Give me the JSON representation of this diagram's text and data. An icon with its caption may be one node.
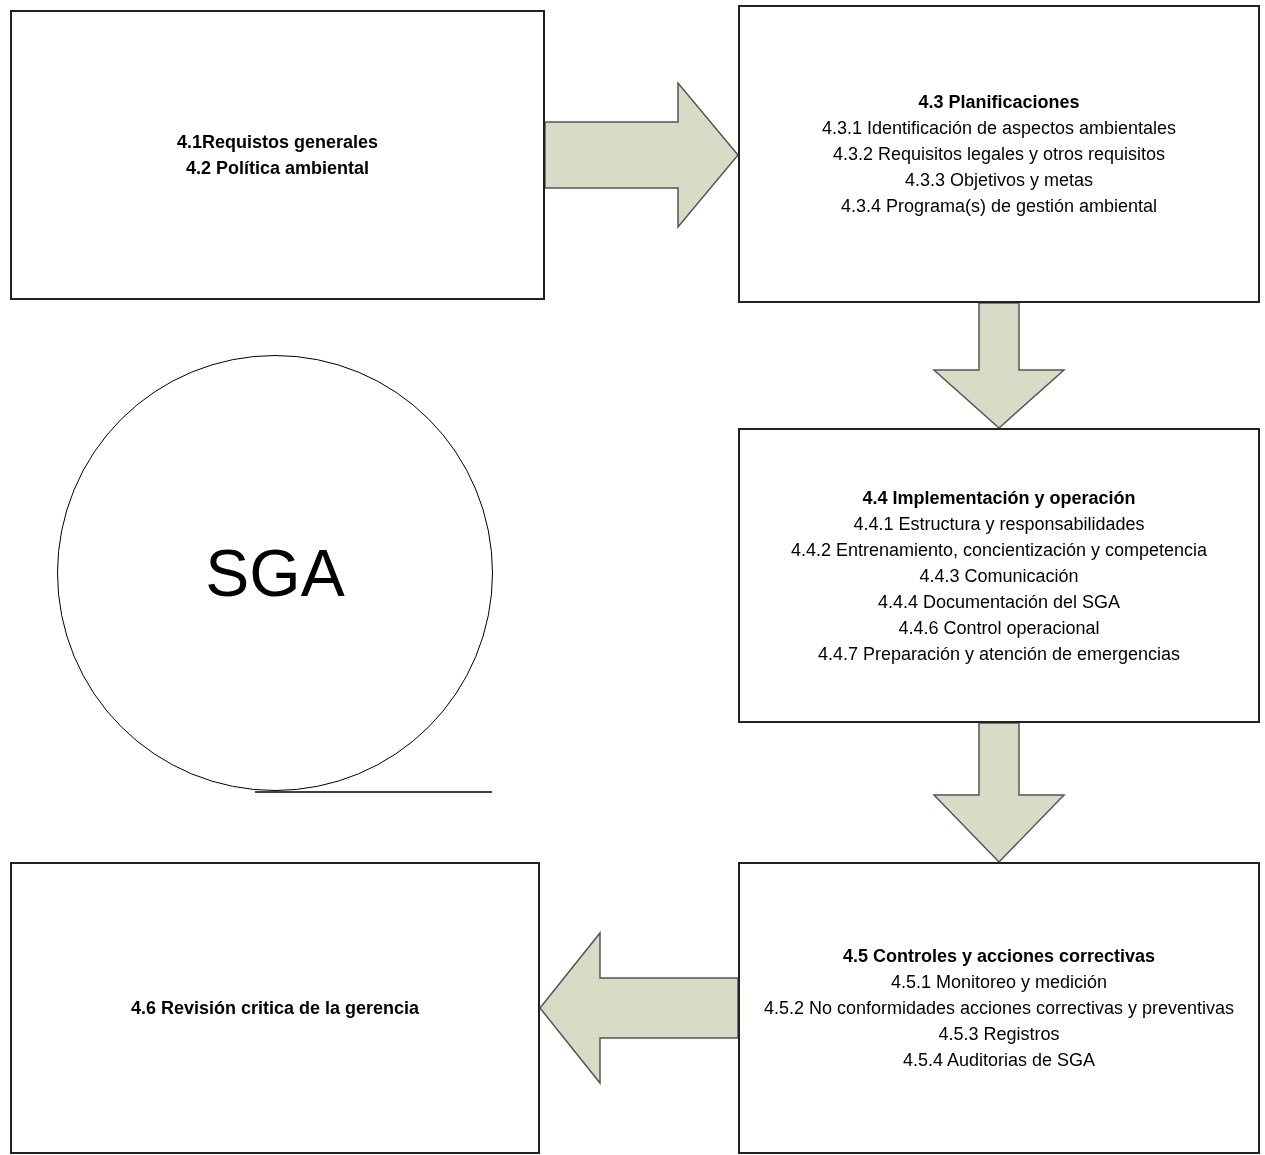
{
  "diagram": {
    "nodes": [
      {
        "text": [
          "4.1Requistos generales",
          "4.2 Política ambiental"
        ]
      },
      {
        "text": [
          "4.3 Planificaciones",
          "4.3.1 Identificación de aspectos ambientales",
          "4.3.2 Requisitos legales y otros requisitos",
          "4.3.3 Objetivos y metas",
          "4.3.4 Programa(s) de gestión ambiental"
        ]
      },
      {
        "text": [
          "4.4 Implementación y operación",
          "4.4.1 Estructura y responsabilidades",
          "4.4.2 Entrenamiento, concientización y competencia",
          "4.4.3 Comunicación",
          "4.4.4 Documentación del SGA",
          "4.4.6 Control operacional",
          "4.4.7 Preparación y atención de emergencias"
        ]
      },
      {
        "text": [
          "4.5 Controles y acciones correctivas",
          "4.5.1 Monitoreo y medición",
          "4.5.2 No conformidades acciones correctivas y preventivas",
          "4.5.3 Registros",
          "4.5.4 Auditorias de SGA"
        ]
      },
      {
        "text": [
          "4.6 Revisión critica de la gerencia"
        ]
      },
      {
        "text": [
          "SGA"
        ]
      }
    ],
    "edges": [
      {
        "from": 0,
        "to": 1,
        "arrow": "to"
      },
      {
        "from": 1,
        "to": 2,
        "arrow": "to"
      },
      {
        "from": 2,
        "to": 3,
        "arrow": "to"
      },
      {
        "from": 3,
        "to": 4,
        "arrow": "to"
      }
    ]
  }
}
